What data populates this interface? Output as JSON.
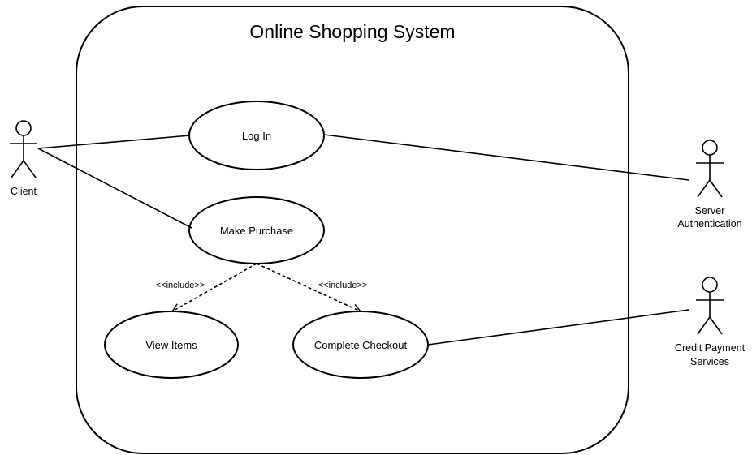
{
  "diagram": {
    "system_title": "Online Shopping System",
    "use_cases": {
      "log_in": "Log In",
      "make_purchase": "Make Purchase",
      "view_items": "View Items",
      "complete_checkout": "Complete Checkout"
    },
    "actors": {
      "client": [
        "Client"
      ],
      "server_authentication": [
        "Server",
        "Authentication"
      ],
      "credit_payment_services": [
        "Credit Payment",
        "Services"
      ]
    },
    "relations": {
      "include_view_items": "<<include>>",
      "include_complete_checkout": "<<include>>"
    }
  }
}
